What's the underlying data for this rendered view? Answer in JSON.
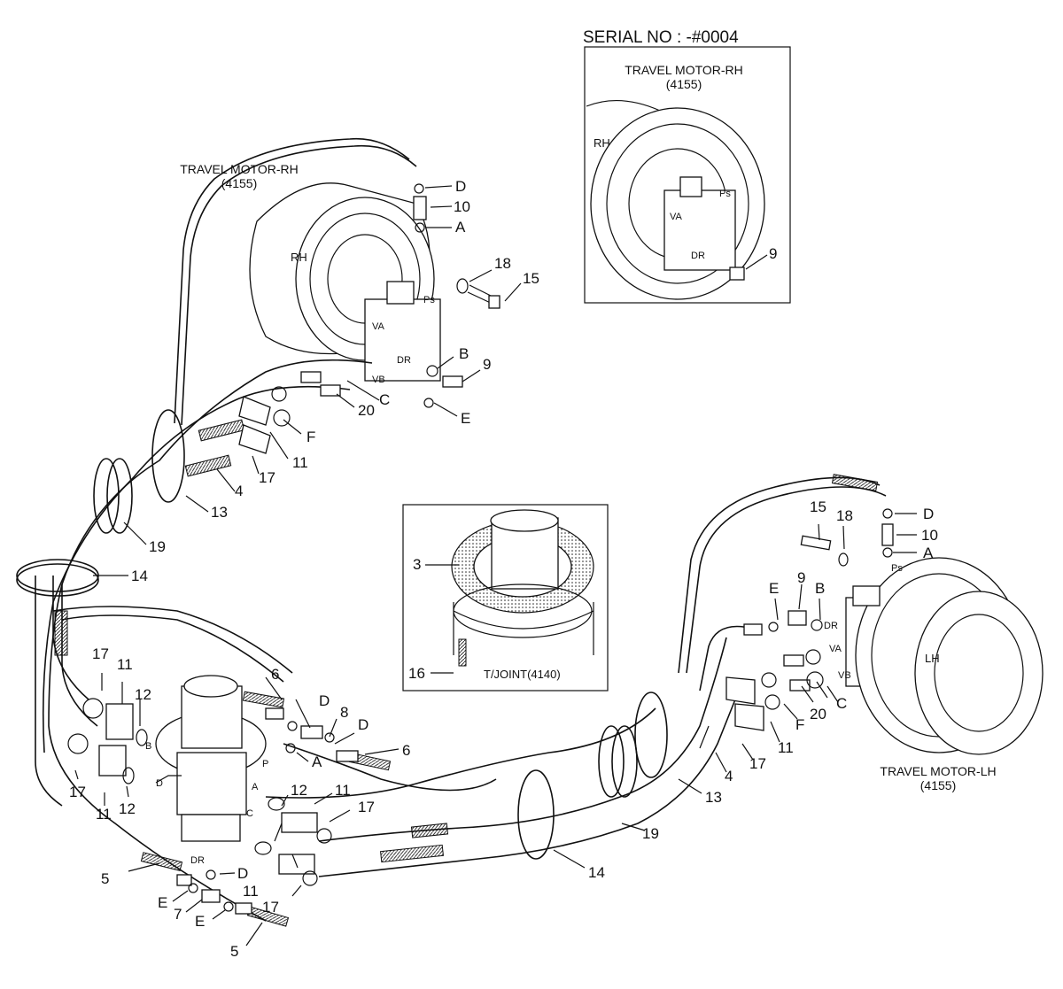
{
  "serial": "SERIAL NO : -#0004",
  "inset_rh": {
    "title": "TRAVEL MOTOR-RH",
    "code": "(4155)",
    "side": "RH",
    "ps": "Ps",
    "va": "VA",
    "dr": "DR",
    "part": "9"
  },
  "inset_joint": {
    "part3": "3",
    "part16": "16",
    "caption": "T/JOINT(4140)"
  },
  "motor_rh": {
    "title": "TRAVEL MOTOR-RH",
    "code": "(4155)",
    "side": "RH",
    "ps": "Ps",
    "va": "VA",
    "vb": "VB",
    "dr": "DR"
  },
  "motor_lh": {
    "title": "TRAVEL MOTOR-LH",
    "code": "(4155)",
    "side": "LH",
    "ps": "Ps",
    "va": "VA",
    "vb": "VB",
    "dr": "DR"
  },
  "joint": {
    "p": "P",
    "a": "A",
    "b": "B",
    "c": "C",
    "d": "D",
    "dr": "DR"
  },
  "callouts": {
    "D_1": "D",
    "p10_1": "10",
    "A_1": "A",
    "p18_1": "18",
    "p15_1": "15",
    "B_1": "B",
    "p9_1": "9",
    "C_1": "C",
    "p20_1": "20",
    "E_1": "E",
    "F_1": "F",
    "p11_1": "11",
    "p17_1": "17",
    "p4_1": "4",
    "p13_1": "13",
    "p19_1": "19",
    "p14_1": "14",
    "p17_2": "17",
    "p11_2": "11",
    "p12_1": "12",
    "p17_3": "17",
    "p11_3": "11",
    "p12_2": "12",
    "p6_1": "6",
    "D_2": "D",
    "p8": "8",
    "D_3": "D",
    "A_2": "A",
    "p6_2": "6",
    "p12_3": "12",
    "p11_4": "11",
    "p17_4": "17",
    "p11_5": "11",
    "p17_5": "17",
    "D_4": "D",
    "p5_1": "5",
    "E_2": "E",
    "p7": "7",
    "E_3": "E",
    "p5_2": "5",
    "p14_2": "14",
    "p19_2": "19",
    "p13_2": "13",
    "p4_2": "4",
    "p17_6": "17",
    "p11_6": "11",
    "F_2": "F",
    "p20_2": "20",
    "C_2": "C",
    "p15_2": "15",
    "p18_2": "18",
    "E_4": "E",
    "p9_2": "9",
    "B_2": "B",
    "D_5": "D",
    "p10_2": "10",
    "A_3": "A"
  }
}
